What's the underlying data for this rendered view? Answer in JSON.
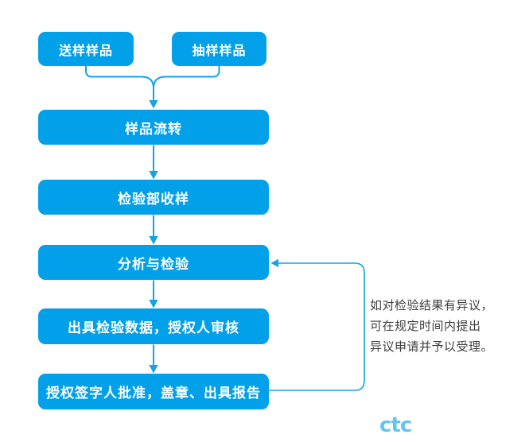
{
  "colors": {
    "box_fill": "#02a0e9",
    "box_text": "#ffffff",
    "line_color": "#14a3e8",
    "annotation_text": "#3f3f3f",
    "logo_color": "#63c5ee"
  },
  "flowchart": {
    "top_boxes": [
      {
        "label": "送样样品"
      },
      {
        "label": "抽样样品"
      }
    ],
    "main_boxes": [
      {
        "label": "样品流转"
      },
      {
        "label": "检验部收样"
      },
      {
        "label": "分析与检验"
      },
      {
        "label": "出具检验数据，授权人审核"
      },
      {
        "label": "授权签字人批准，盖章、出具报告"
      }
    ],
    "annotation": {
      "lines": [
        "如对检验结果有异议，",
        "可在规定时间内提出",
        "异议申请并予以受理。"
      ]
    },
    "logo_text": "ctc"
  }
}
